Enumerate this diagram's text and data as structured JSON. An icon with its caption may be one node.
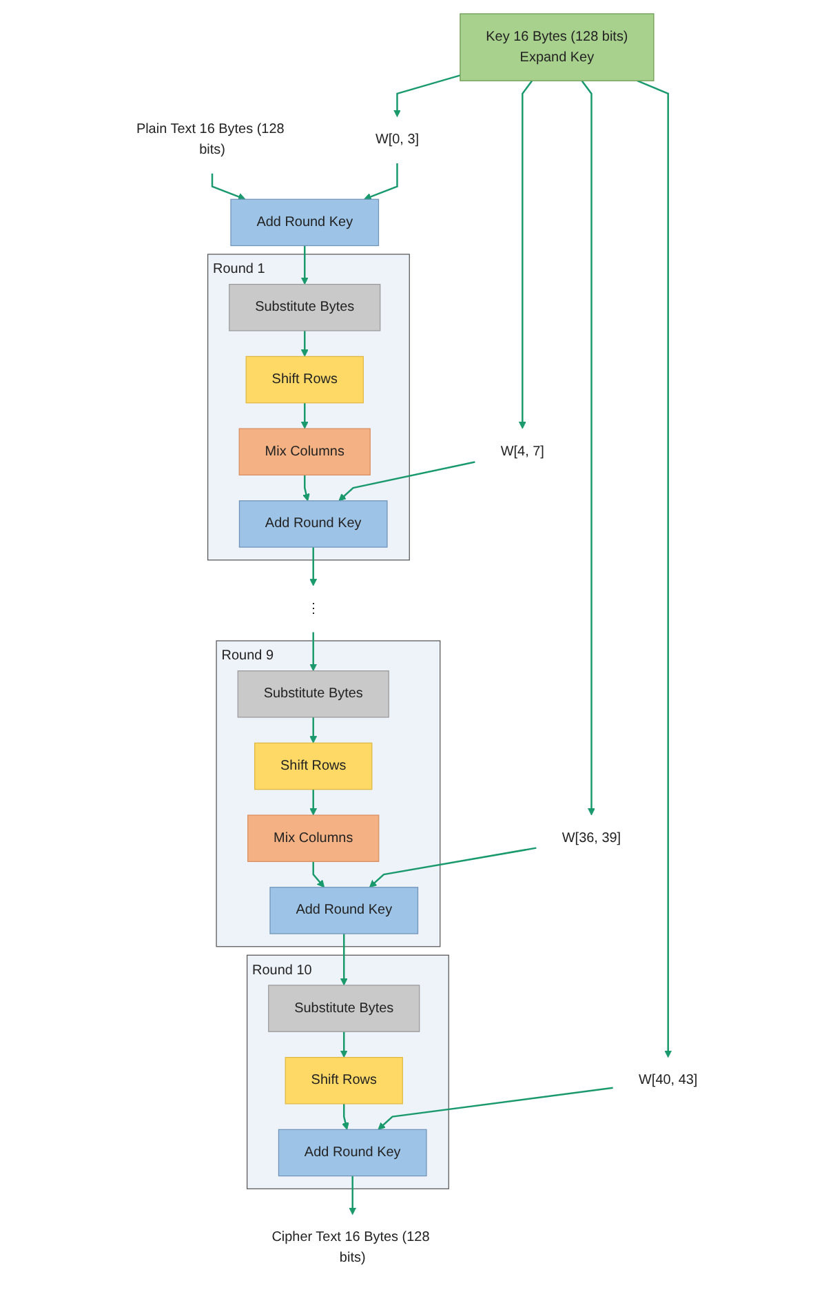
{
  "diagram": {
    "nodes": [
      {
        "text": [
          "Plain Text 16 Bytes (128 bits)"
        ]
      },
      {
        "text": [
          "Key 16 Bytes (128 bits)",
          "Expand Key"
        ]
      },
      {
        "text": [
          "Add Round Key"
        ]
      },
      {
        "text": [
          "Round 1"
        ]
      },
      {
        "text": [
          "Substitute Bytes"
        ],
        "in": 3
      },
      {
        "text": [
          "Shift Rows"
        ],
        "in": 3
      },
      {
        "text": [
          "Mix Columns"
        ],
        "in": 3
      },
      {
        "text": [
          "Add Round Key"
        ],
        "in": 3
      },
      {
        "text": [
          "⋮"
        ]
      },
      {
        "text": [
          "Round 9"
        ]
      },
      {
        "text": [
          "Substitute Bytes"
        ],
        "in": 9
      },
      {
        "text": [
          "Shift Rows"
        ],
        "in": 9
      },
      {
        "text": [
          "Mix Columns"
        ],
        "in": 9
      },
      {
        "text": [
          "Add Round Key"
        ],
        "in": 9
      },
      {
        "text": [
          "Round 10"
        ]
      },
      {
        "text": [
          "Substitute Bytes"
        ],
        "in": 14
      },
      {
        "text": [
          "Shift Rows"
        ],
        "in": 14
      },
      {
        "text": [
          "Add Round Key"
        ],
        "in": 14
      },
      {
        "text": [
          "Cipher Text 16 Bytes (128 bits)"
        ]
      },
      {
        "text": [
          "W[0, 3]"
        ]
      },
      {
        "text": [
          "W[4, 7]"
        ]
      },
      {
        "text": [
          "W[36, 39]"
        ]
      },
      {
        "text": [
          "W[40, 43]"
        ]
      }
    ],
    "edges": [
      {
        "from": 0,
        "to": 2,
        "arrow": "to"
      },
      {
        "from": 2,
        "to": 4,
        "arrow": "to"
      },
      {
        "from": 4,
        "to": 5,
        "arrow": "to"
      },
      {
        "from": 5,
        "to": 6,
        "arrow": "to"
      },
      {
        "from": 6,
        "to": 7,
        "arrow": "to"
      },
      {
        "from": 7,
        "to": 8,
        "arrow": "to"
      },
      {
        "from": 8,
        "to": 10,
        "arrow": "to"
      },
      {
        "from": 10,
        "to": 11,
        "arrow": "to"
      },
      {
        "from": 11,
        "to": 12,
        "arrow": "to"
      },
      {
        "from": 12,
        "to": 13,
        "arrow": "to"
      },
      {
        "from": 13,
        "to": 15,
        "arrow": "to"
      },
      {
        "from": 15,
        "to": 16,
        "arrow": "to"
      },
      {
        "from": 16,
        "to": 17,
        "arrow": "to"
      },
      {
        "from": 17,
        "to": 18,
        "arrow": "to"
      },
      {
        "from": 1,
        "to": 19,
        "arrow": "to"
      },
      {
        "from": 1,
        "to": 20,
        "arrow": "to"
      },
      {
        "from": 1,
        "to": 21,
        "arrow": "to"
      },
      {
        "from": 1,
        "to": 22,
        "arrow": "to"
      },
      {
        "from": 19,
        "to": 2,
        "arrow": "to"
      },
      {
        "from": 20,
        "to": 7,
        "arrow": "to"
      },
      {
        "from": 21,
        "to": 13,
        "arrow": "to"
      },
      {
        "from": 22,
        "to": 17,
        "arrow": "to"
      }
    ]
  }
}
